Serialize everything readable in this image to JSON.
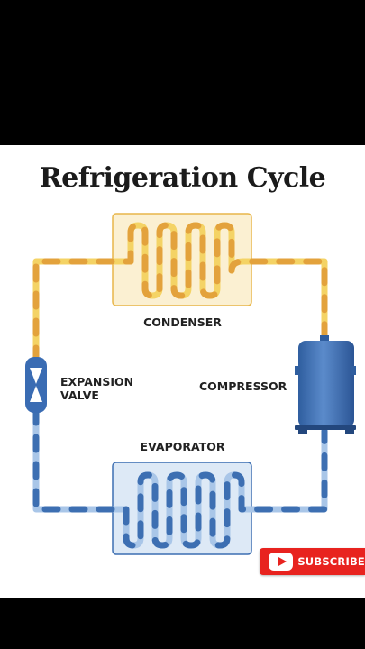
{
  "title": "Refrigeration Cycle",
  "labels": {
    "condenser": "CONDENSER",
    "compressor": "COMPRESSOR",
    "evaporator": "EVAPORATOR",
    "expansion_line1": "EXPANSION",
    "expansion_line2": "VALVE"
  },
  "subscribe": {
    "label": "SUBSCRIBE"
  },
  "colors": {
    "hot_light": "#f4d365",
    "hot_dark": "#e3a23c",
    "cold_light": "#a9c6e8",
    "cold_dark": "#3d6fb2",
    "condenser_box": "#fbf0d2",
    "evaporator_box": "#dde9f6",
    "compressor": "#3a6cb3",
    "brand_red": "#e8231f"
  }
}
